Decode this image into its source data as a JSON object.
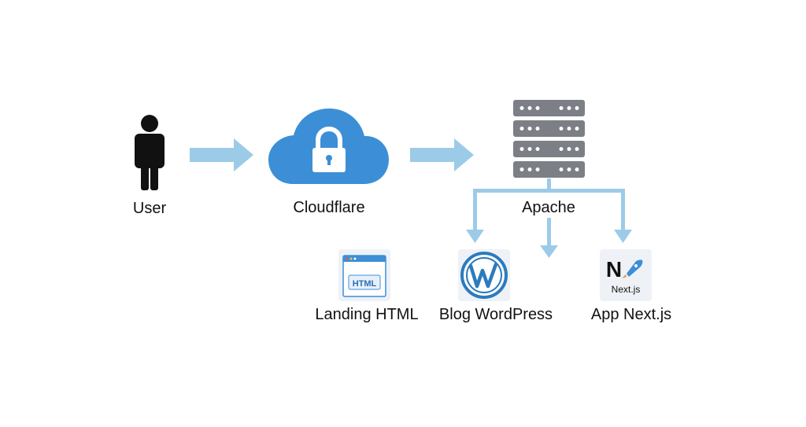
{
  "nodes": {
    "user": {
      "label": "User"
    },
    "cloudflare": {
      "label": "Cloudflare"
    },
    "apache": {
      "label": "Apache"
    },
    "landing": {
      "label": "Landing HTML",
      "icon_text": "HTML"
    },
    "blog": {
      "label": "Blog WordPress"
    },
    "app": {
      "label": "App Next.js",
      "icon_text": "Next.js",
      "icon_letter": "N"
    }
  },
  "icons": {
    "user": "person-icon",
    "cloudflare": "cloud-lock-icon",
    "apache": "server-stack-icon",
    "landing": "html-page-icon",
    "blog": "wordpress-icon",
    "app": "nextjs-icon"
  },
  "colors": {
    "arrow": "#9ccbe8",
    "cloud": "#3c8fd6",
    "server": "#7c7f86",
    "wordpress": "#2c7bbd",
    "text": "#111111"
  }
}
